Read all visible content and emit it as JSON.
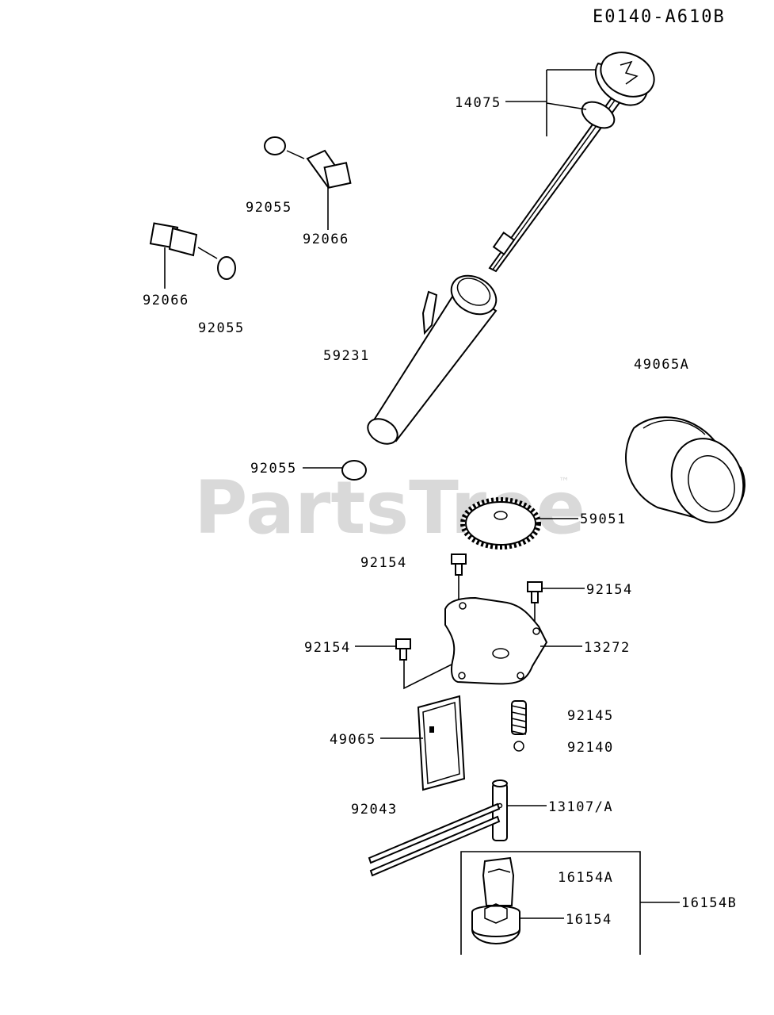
{
  "diagram_code": "E0140-A610B",
  "watermark": {
    "brand": "PartsTree",
    "trademark": "™"
  },
  "part_labels": {
    "p14075": "14075",
    "p92055_top": "92055",
    "p92066_top": "92066",
    "p92066_left": "92066",
    "p92055_left": "92055",
    "p59231": "59231",
    "p49065A": "49065A",
    "p92055_bottom": "92055",
    "p59051": "59051",
    "p92154_a": "92154",
    "p92154_b": "92154",
    "p92154_c": "92154",
    "p13272": "13272",
    "p92145": "92145",
    "p92140": "92140",
    "p49065": "49065",
    "p92043": "92043",
    "p13107A": "13107/A",
    "p16154A": "16154A",
    "p16154": "16154",
    "p16154B": "16154B"
  }
}
